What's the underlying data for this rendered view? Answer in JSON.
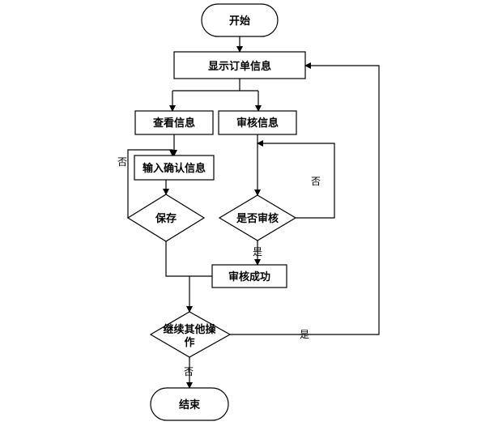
{
  "nodes": {
    "start": "开始",
    "show_orders": "显示订单信息",
    "view_info": "查看信息",
    "review_info": "审核信息",
    "input_confirm": "输入确认信息",
    "save": "保存",
    "reviewed_q": "是否审核",
    "review_success": "审核成功",
    "continue_q_line1": "继续其他操",
    "continue_q_line2": "作",
    "end": "结束"
  },
  "edges": {
    "save_no": "否",
    "review_no": "否",
    "review_yes": "是",
    "continue_yes": "是",
    "continue_no": "否"
  }
}
